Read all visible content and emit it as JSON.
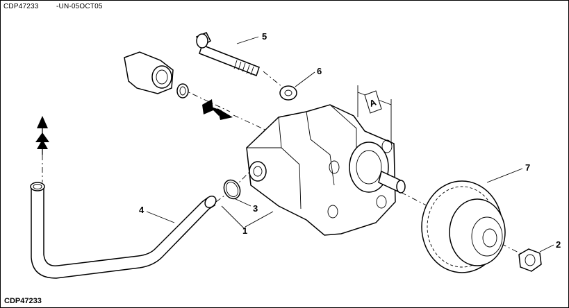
{
  "header": {
    "code": "CDP47233",
    "date": "-UN-05OCT05"
  },
  "footer": {
    "code": "CDP47233"
  },
  "callouts": {
    "pump": "1",
    "nut": "2",
    "oring": "3",
    "tube": "4",
    "bolt": "5",
    "washer": "6",
    "gear": "7",
    "dimension": "A"
  }
}
